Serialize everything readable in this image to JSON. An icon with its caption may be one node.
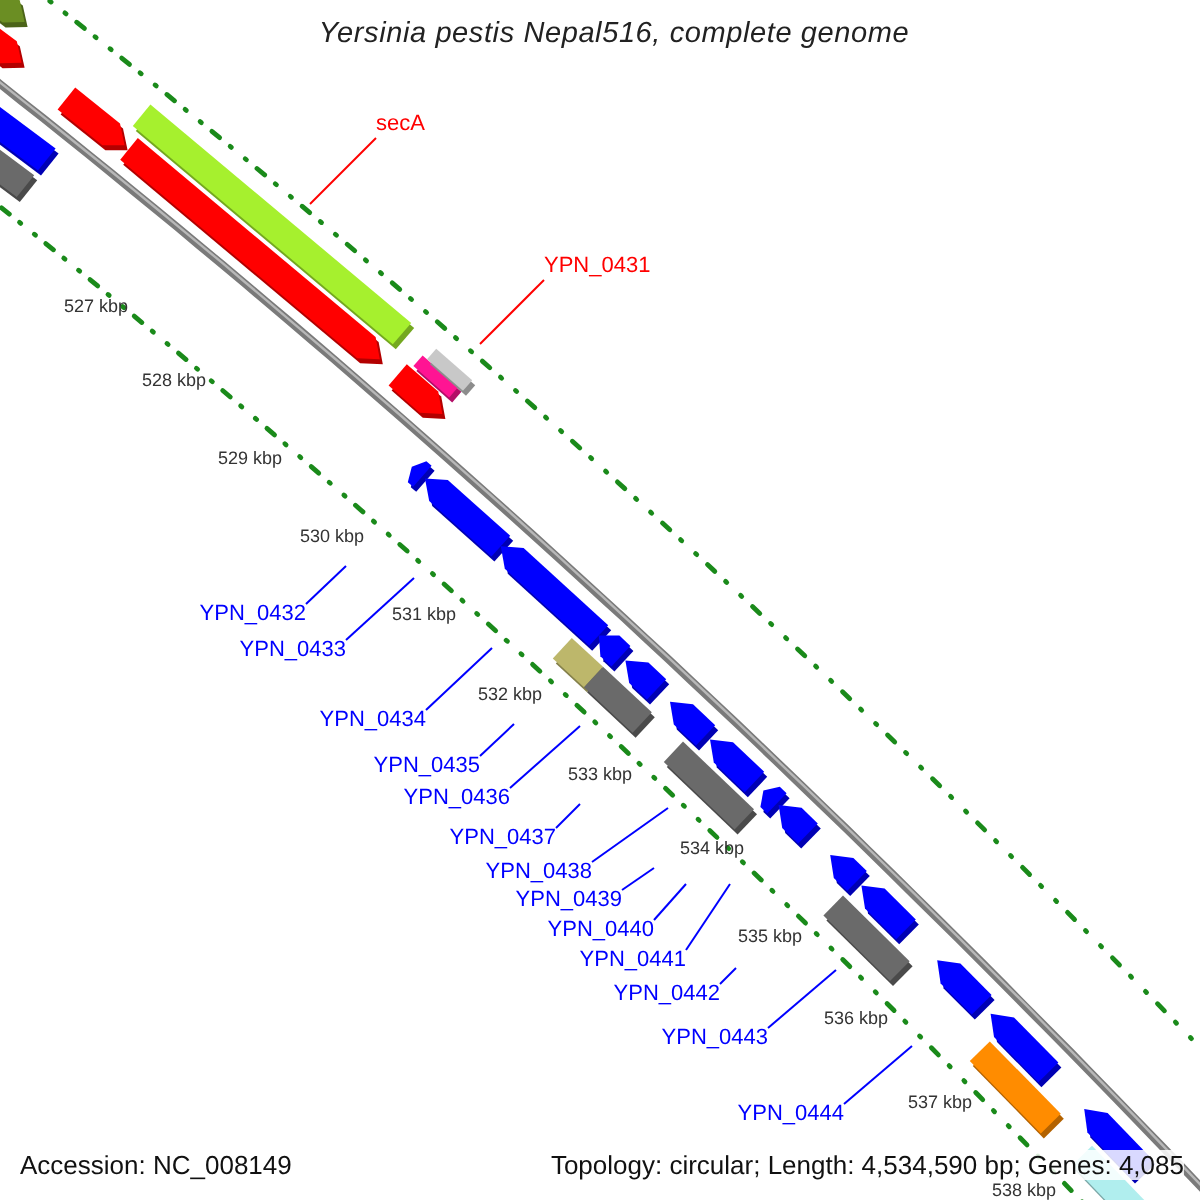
{
  "diagram": {
    "title": "Yersinia pestis Nepal516, complete genome",
    "nodes": [
      {
        "text": [
          "secA"
        ]
      },
      {
        "text": [
          "YPN_0431"
        ]
      },
      {
        "text": [
          "YPN_0432"
        ]
      },
      {
        "text": [
          "YPN_0433"
        ]
      },
      {
        "text": [
          "YPN_0434"
        ]
      },
      {
        "text": [
          "YPN_0435"
        ]
      },
      {
        "text": [
          "YPN_0436"
        ]
      },
      {
        "text": [
          "YPN_0437"
        ]
      },
      {
        "text": [
          "YPN_0438"
        ]
      },
      {
        "text": [
          "YPN_0439"
        ]
      },
      {
        "text": [
          "YPN_0440"
        ]
      },
      {
        "text": [
          "YPN_0441"
        ]
      },
      {
        "text": [
          "YPN_0442"
        ]
      },
      {
        "text": [
          "YPN_0443"
        ]
      },
      {
        "text": [
          "YPN_0444"
        ]
      }
    ],
    "edges": [
      {
        "from": 0,
        "to": null,
        "arrow": "none",
        "color": "#ff0000"
      },
      {
        "from": 1,
        "to": null,
        "arrow": "none",
        "color": "#ff0000"
      },
      {
        "from": 2,
        "to": null,
        "arrow": "none"
      },
      {
        "from": 3,
        "to": null,
        "arrow": "none"
      },
      {
        "from": 4,
        "to": null,
        "arrow": "none"
      },
      {
        "from": 5,
        "to": null,
        "arrow": "none"
      },
      {
        "from": 6,
        "to": null,
        "arrow": "none"
      },
      {
        "from": 7,
        "to": null,
        "arrow": "none"
      },
      {
        "from": 8,
        "to": null,
        "arrow": "none"
      },
      {
        "from": 9,
        "to": null,
        "arrow": "none"
      },
      {
        "from": 10,
        "to": null,
        "arrow": "none"
      },
      {
        "from": 11,
        "to": null,
        "arrow": "none"
      },
      {
        "from": 12,
        "to": null,
        "arrow": "none"
      },
      {
        "from": 13,
        "to": null,
        "arrow": "none"
      },
      {
        "from": 14,
        "to": null,
        "arrow": "none"
      }
    ],
    "labels": [
      "527 kbp",
      "528 kbp",
      "529 kbp",
      "530 kbp",
      "531 kbp",
      "532 kbp",
      "533 kbp",
      "534 kbp",
      "535 kbp",
      "536 kbp",
      "537 kbp",
      "538 kbp",
      "Accession: NC_008149",
      "Topology: circular; Length: 4,534,590 bp; Genes: 4,085"
    ]
  }
}
